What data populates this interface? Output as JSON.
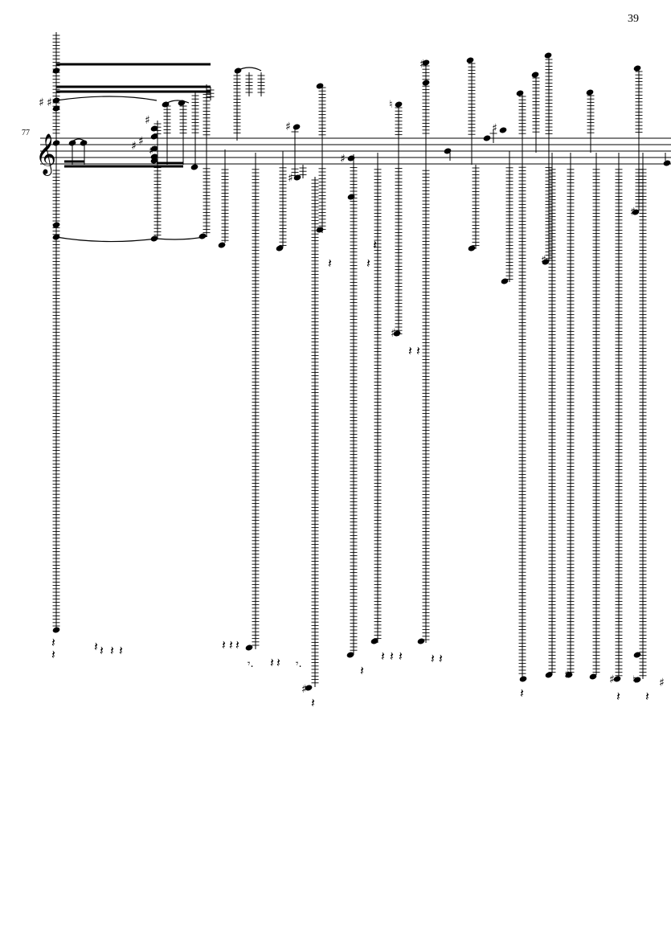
{
  "page": {
    "page_number": "39",
    "measure_number": "77"
  },
  "score": {
    "clef": "treble",
    "staff_color": "#000000",
    "note_color": "#000000"
  }
}
